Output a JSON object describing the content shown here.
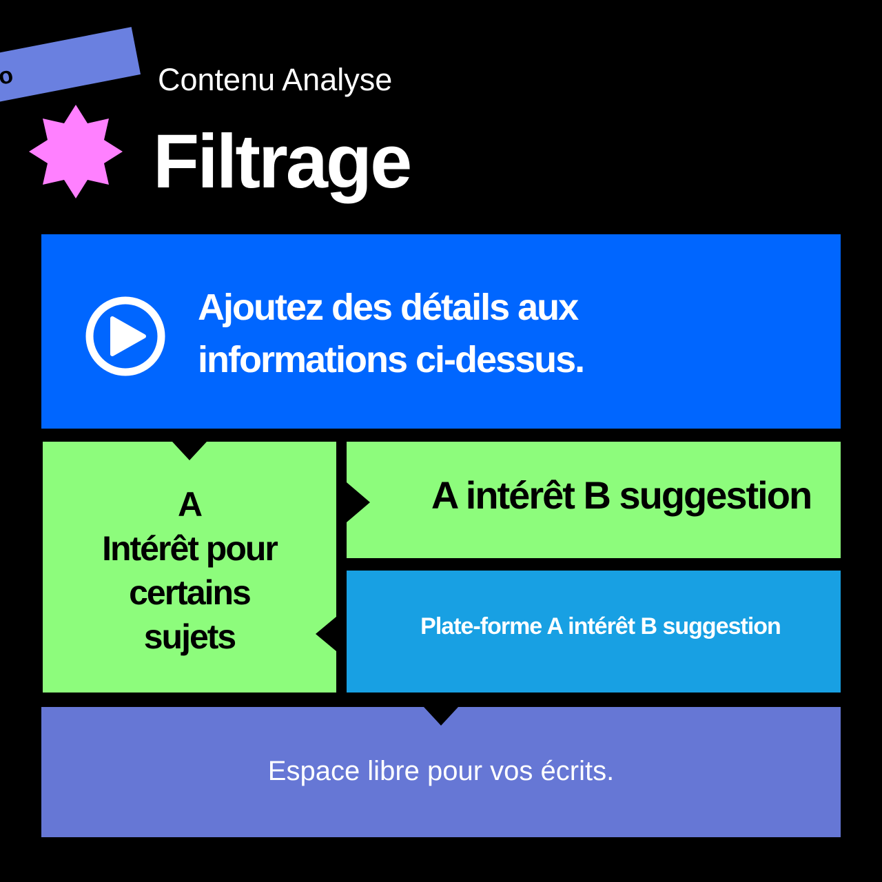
{
  "header": {
    "tag_text": "o",
    "subtitle": "Contenu Analyse",
    "title": "Filtrage",
    "star_color": "#ff80ff",
    "tag_color": "#6a80e0"
  },
  "intro": {
    "icon": "play-circle-icon",
    "line1": "Ajoutez des détails aux",
    "line2": "informations ci-dessus."
  },
  "left_box": {
    "line1": "A",
    "line2": "Intérêt pour",
    "line3": "certains",
    "line4": "sujets"
  },
  "right_top": {
    "text": "A intérêt B suggestion"
  },
  "right_bottom": {
    "text": "Plate-forme A intérêt B suggestion"
  },
  "footer": {
    "text": "Espace libre pour vos écrits."
  },
  "colors": {
    "blue": "#0066ff",
    "green": "#8dfc7c",
    "light_blue": "#18a0e3",
    "purple": "#6677d5"
  }
}
